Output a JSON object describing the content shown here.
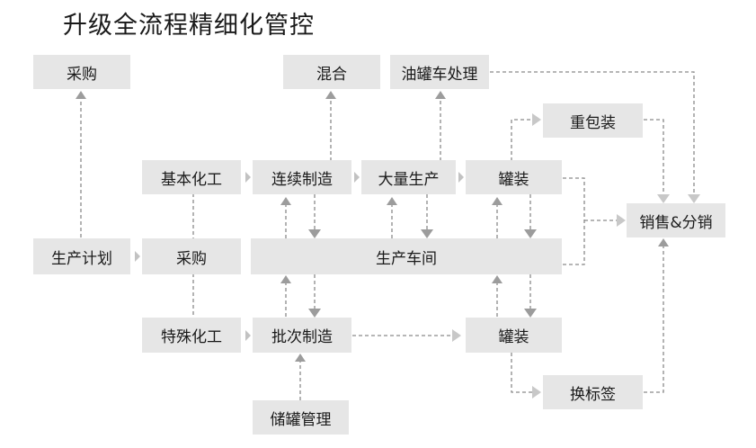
{
  "title": "升级全流程精细化管控",
  "nodes": {
    "purchase_top": "采购",
    "mixing": "混合",
    "tanker": "油罐车处理",
    "repack": "重包装",
    "basic_chem": "基本化工",
    "continuous": "连续制造",
    "mass_prod": "大量生产",
    "filling_top": "罐装",
    "sales": "销售&分销",
    "plan": "生产计划",
    "purchase_mid": "采购",
    "workshop": "生产车间",
    "special_chem": "特殊化工",
    "batch": "批次制造",
    "filling_bottom": "罐装",
    "relabel": "换标签",
    "tank_mgmt": "储罐管理"
  }
}
